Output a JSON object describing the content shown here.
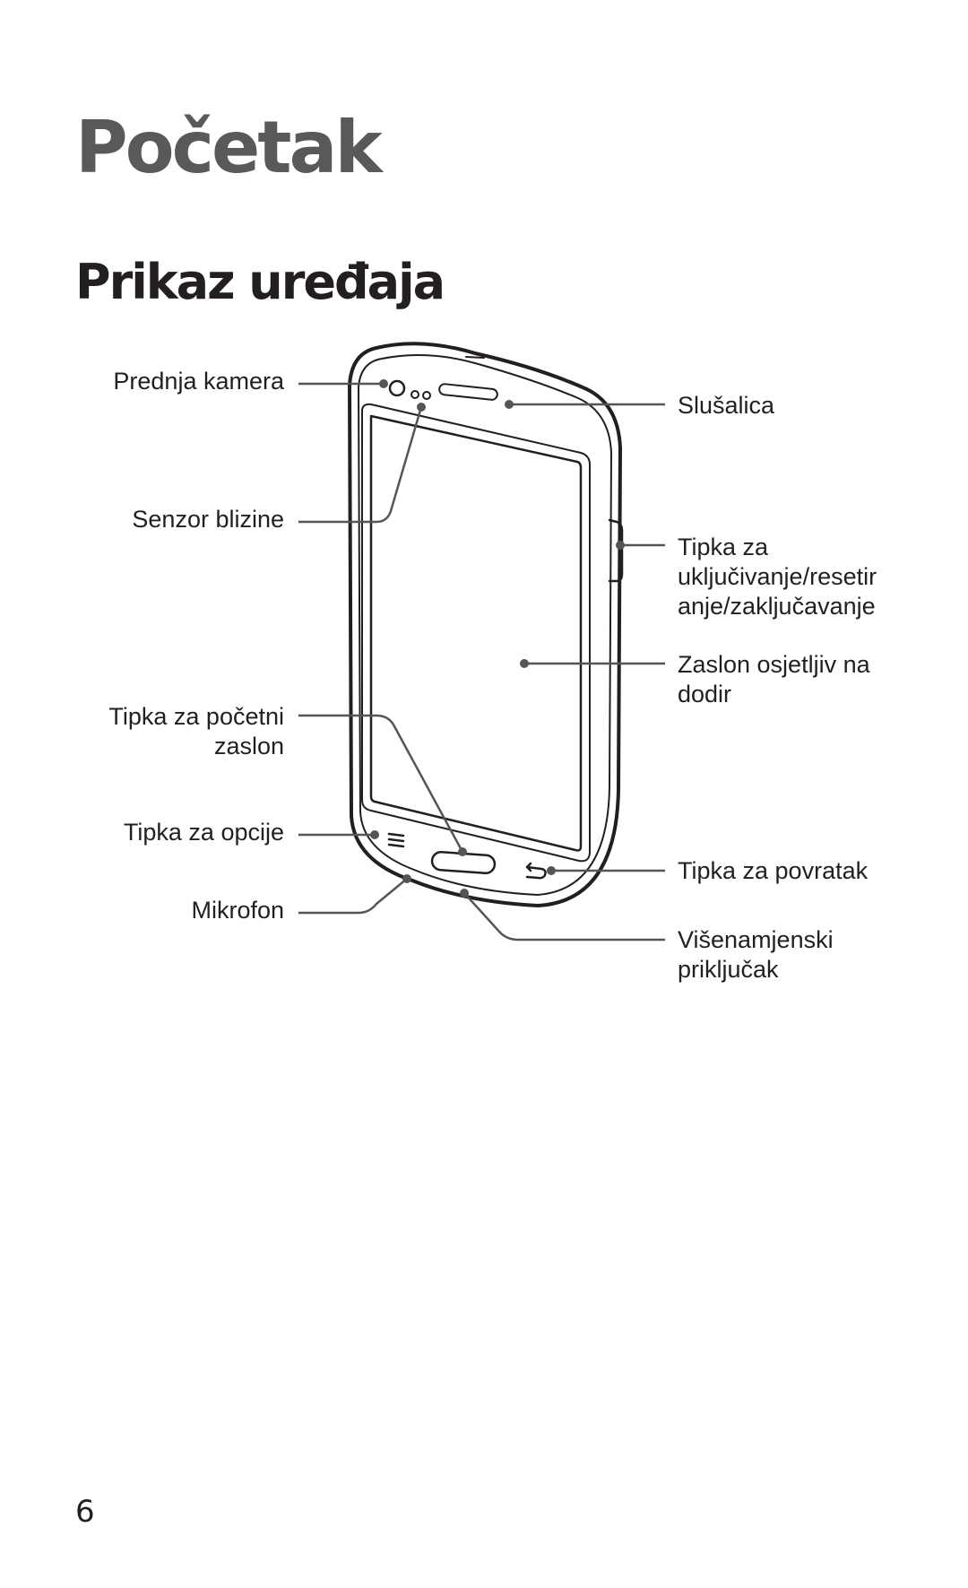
{
  "page": {
    "chapter_title": "Početak",
    "section_title": "Prikaz uređaja",
    "page_number": "6"
  },
  "diagram": {
    "labels": {
      "front_camera": "Prednja kamera",
      "proximity_sensor": "Senzor blizine",
      "home_key": [
        "Tipka za početni",
        "zaslon"
      ],
      "options_key": "Tipka za opcije",
      "microphone": "Mikrofon",
      "earpiece": "Slušalica",
      "power_key": [
        "Tipka za",
        "uključivanje/resetir",
        "anje/zaključavanje"
      ],
      "touch_screen": [
        "Zaslon osjetljiv na",
        "dodir"
      ],
      "back_key": "Tipka za povratak",
      "multipurpose_jack": [
        "Višenamjenski",
        "priključak"
      ]
    }
  }
}
